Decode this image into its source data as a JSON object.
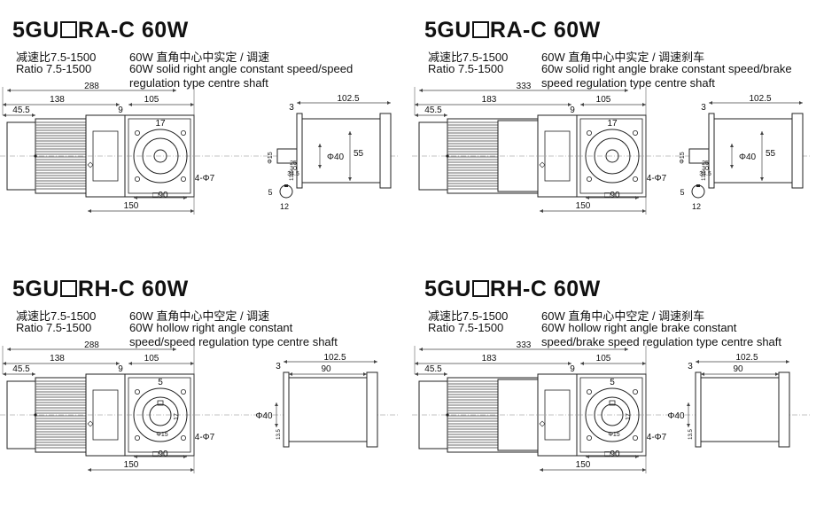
{
  "panels": [
    {
      "model": "5GU",
      "suffix": "RA-C 60W",
      "ratio_cn": "减速比7.5-1500",
      "ratio_en": "Ratio 7.5-1500",
      "desc_cn": "60W 直角中心中实定 / 调速",
      "desc_en_1": "60W   solid right angle constant speed/speed",
      "desc_en_2": "regulation type centre shaft",
      "dims": {
        "total": "288",
        "left": "45.5",
        "body": "138",
        "gap": "9",
        "gear": "105",
        "base": "150",
        "square": "□90",
        "holes": "4-Φ7",
        "shaft_pcd": "17",
        "side_total": "102.5",
        "side_flange": "3",
        "side_height": "55",
        "side_dia": "Φ40",
        "shaft_dia": "Φ15",
        "side_a": "25",
        "side_b": "30",
        "side_c": "34.5",
        "side_d": "13.5",
        "key": "5",
        "key_h": "12"
      }
    },
    {
      "model": "5GU",
      "suffix": "RA-C 60W",
      "ratio_cn": "减速比7.5-1500",
      "ratio_en": "Ratio 7.5-1500",
      "desc_cn": "60W 直角中心中实定 / 调速刹车",
      "desc_en_1": "60w   solid right angle brake constant speed/brake",
      "desc_en_2": "speed  regulation type centre shaft",
      "dims": {
        "total": "333",
        "left": "45.5",
        "body": "183",
        "gap": "9",
        "gear": "105",
        "base": "150",
        "square": "□90",
        "holes": "4-Φ7",
        "shaft_pcd": "17",
        "side_total": "102.5",
        "side_flange": "3",
        "side_height": "55",
        "side_dia": "Φ40",
        "shaft_dia": "Φ15",
        "side_a": "25",
        "side_b": "30",
        "side_c": "34.5",
        "side_d": "13.5",
        "key": "5",
        "key_h": "12"
      }
    },
    {
      "model": "5GU",
      "suffix": "RH-C 60W",
      "ratio_cn": "减速比7.5-1500",
      "ratio_en": "Ratio 7.5-1500",
      "desc_cn": "60W 直角中心中空定 / 调速",
      "desc_en_1": "60W hollow right angle constant",
      "desc_en_2": "speed/speed regulation type centre shaft",
      "dims": {
        "total": "288",
        "left": "45.5",
        "body": "138",
        "gap": "9",
        "gear": "105",
        "base": "150",
        "square": "□90",
        "holes": "4-Φ7",
        "shaft_pcd": "5",
        "side_total": "102.5",
        "side_flange": "3",
        "side_inner": "90",
        "side_dia": "Φ40",
        "side_d": "13.5",
        "hollow_dia": "Φ15",
        "hollow_key": "17"
      }
    },
    {
      "model": "5GU",
      "suffix": "RH-C 60W",
      "ratio_cn": "减速比7.5-1500",
      "ratio_en": "Ratio 7.5-1500",
      "desc_cn": "60W 直角中心中空定 / 调速刹车",
      "desc_en_1": "60W hollow right angle brake constant",
      "desc_en_2": "speed/brake speed  regulation type centre shaft",
      "dims": {
        "total": "333",
        "left": "45.5",
        "body": "183",
        "gap": "9",
        "gear": "105",
        "base": "150",
        "square": "□90",
        "holes": "4-Φ7",
        "shaft_pcd": "5",
        "side_total": "102.5",
        "side_flange": "3",
        "side_inner": "90",
        "side_dia": "Φ40",
        "side_d": "13.5",
        "hollow_dia": "Φ15",
        "hollow_key": "17"
      }
    }
  ],
  "colors": {
    "line": "#222222",
    "fin": "#6b6b6b",
    "dim": "#444444",
    "center": "#888888"
  }
}
